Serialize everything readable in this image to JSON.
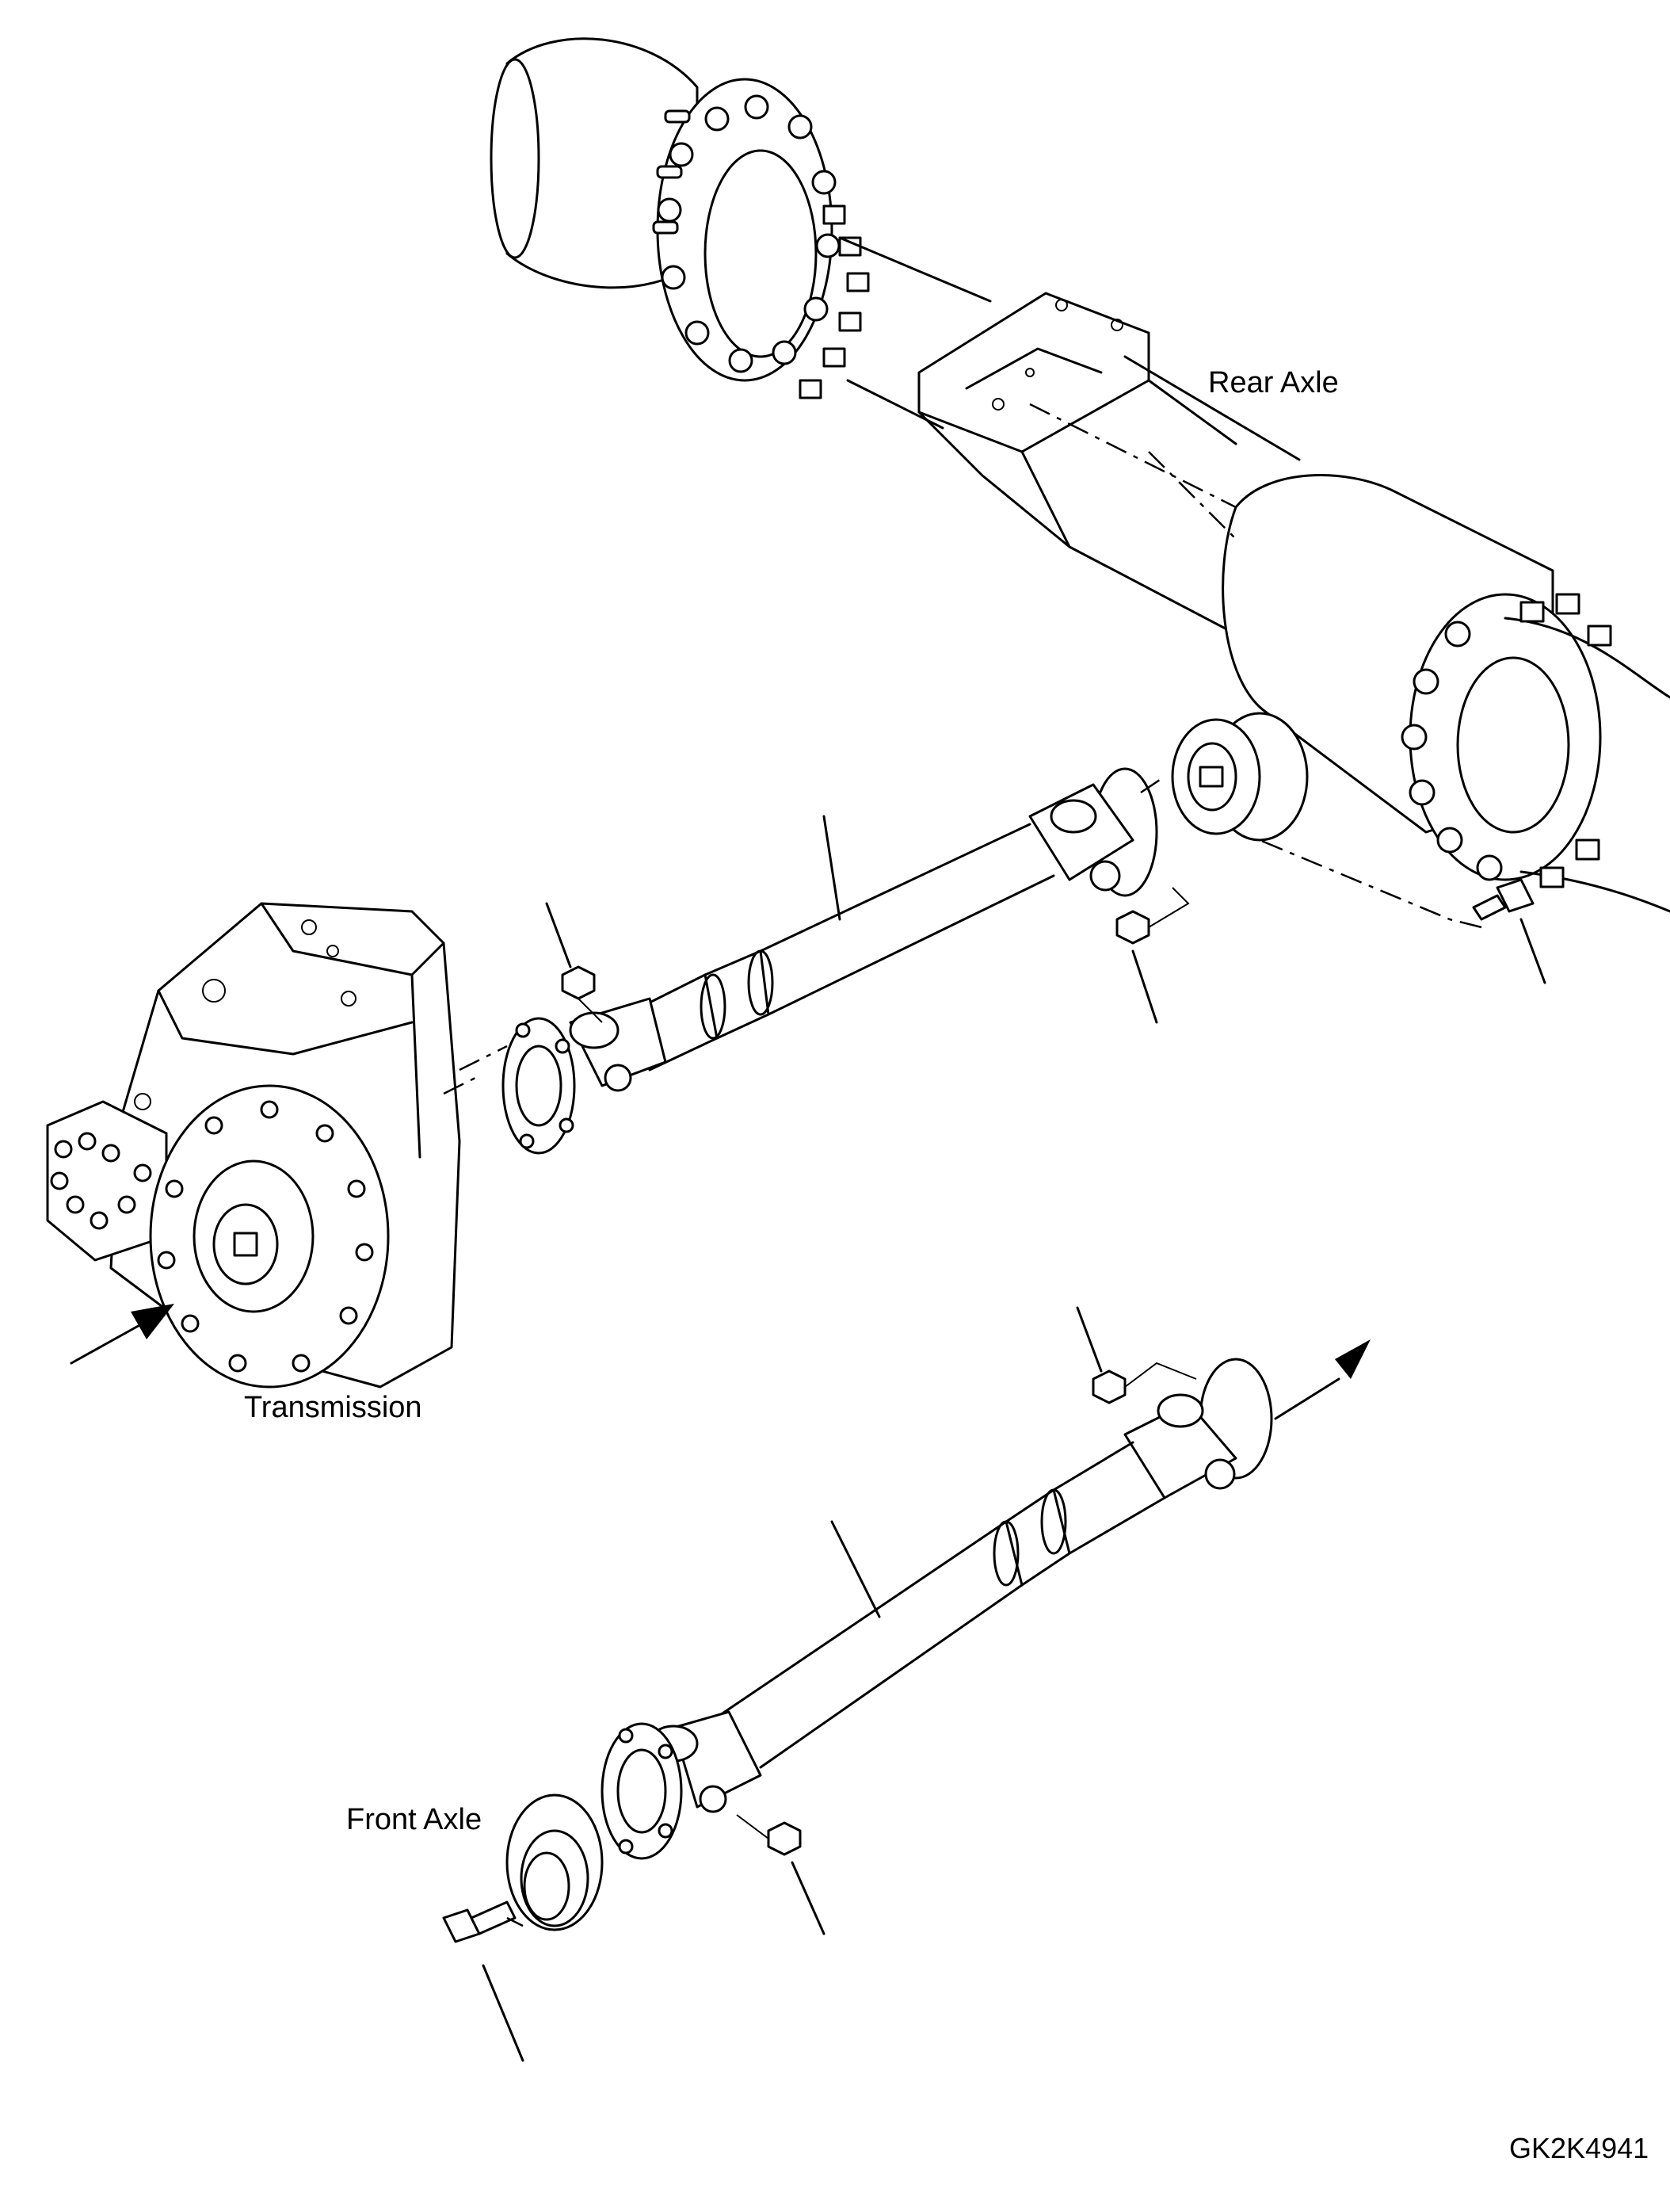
{
  "labels": {
    "rear_axle": "Rear Axle",
    "transmission": "Transmission",
    "front_axle": "Front Axle"
  },
  "drawing_code": "GK2K4941",
  "colors": {
    "line": "#000000",
    "background": "#ffffff"
  }
}
